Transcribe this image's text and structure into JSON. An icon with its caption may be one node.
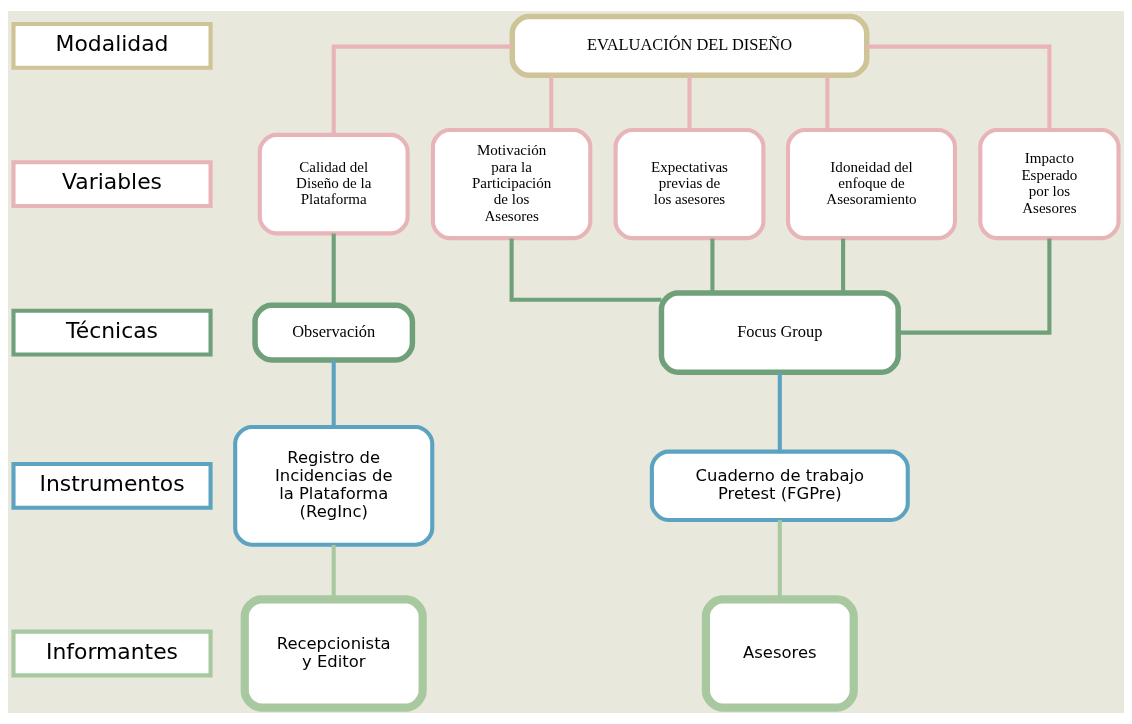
{
  "diagram": {
    "nodes": [
      {
        "text": [
          "Modalidad"
        ]
      },
      {
        "text": [
          "Variables"
        ]
      },
      {
        "text": [
          "Técnicas"
        ]
      },
      {
        "text": [
          "Instrumentos"
        ]
      },
      {
        "text": [
          "Informantes"
        ]
      },
      {
        "text": [
          "EVALUACIÓN DEL DISEÑO"
        ]
      },
      {
        "text": [
          "Calidad del Diseño de la Plataforma"
        ]
      },
      {
        "text": [
          "Motivación para la Participación de los Asesores"
        ]
      },
      {
        "text": [
          "Expectativas previas de los asesores"
        ]
      },
      {
        "text": [
          "Idoneidad del enfoque de Asesoramiento"
        ]
      },
      {
        "text": [
          "Impacto Esperado por los Asesores"
        ]
      },
      {
        "text": [
          "Observación"
        ]
      },
      {
        "text": [
          "Focus Group"
        ]
      },
      {
        "text": [
          "Registro de Incidencias de la Plataforma (RegInc)"
        ]
      },
      {
        "text": [
          "Cuaderno de trabajo Pretest (FGPre)"
        ]
      },
      {
        "text": [
          "Recepcionista y Editor"
        ]
      },
      {
        "text": [
          "Asesores"
        ]
      }
    ],
    "edges": [
      {
        "from": 5,
        "to": 6,
        "arrow": "none",
        "color": "#e8b4b8"
      },
      {
        "from": 5,
        "to": 7,
        "arrow": "none",
        "color": "#e8b4b8"
      },
      {
        "from": 5,
        "to": 8,
        "arrow": "none",
        "color": "#e8b4b8"
      },
      {
        "from": 5,
        "to": 9,
        "arrow": "none",
        "color": "#e8b4b8"
      },
      {
        "from": 5,
        "to": 10,
        "arrow": "none",
        "color": "#e8b4b8"
      },
      {
        "from": 6,
        "to": 11,
        "arrow": "none",
        "color": "#6fa07a"
      },
      {
        "from": 7,
        "to": 12,
        "arrow": "none",
        "color": "#6fa07a"
      },
      {
        "from": 8,
        "to": 12,
        "arrow": "none",
        "color": "#6fa07a"
      },
      {
        "from": 9,
        "to": 12,
        "arrow": "none",
        "color": "#6fa07a"
      },
      {
        "from": 10,
        "to": 12,
        "arrow": "none",
        "color": "#6fa07a"
      },
      {
        "from": 11,
        "to": 13,
        "arrow": "none",
        "color": "#5ba3c0"
      },
      {
        "from": 12,
        "to": 14,
        "arrow": "none",
        "color": "#5ba3c0"
      },
      {
        "from": 13,
        "to": 15,
        "arrow": "none",
        "color": "#a8c8a0"
      },
      {
        "from": 14,
        "to": 16,
        "arrow": "none",
        "color": "#a8c8a0"
      }
    ]
  }
}
